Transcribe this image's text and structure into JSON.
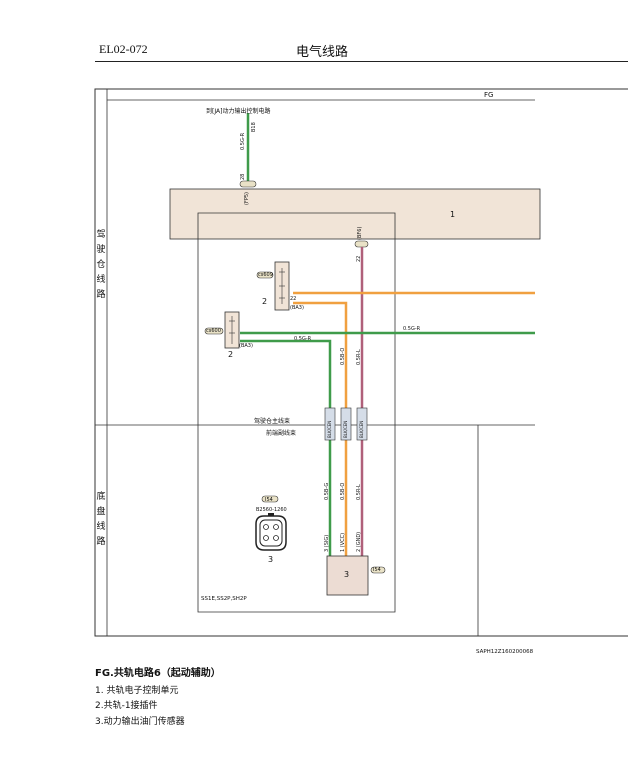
{
  "header": {
    "code": "EL02-072",
    "title": "电气线路"
  },
  "frame": {
    "section_code": "FG",
    "cabin_label": [
      "驾",
      "驶",
      "仓",
      "线",
      "路"
    ],
    "chassis_label": [
      "底",
      "盘",
      "线",
      "路"
    ]
  },
  "diagram": {
    "top_circuit_label": "到[JA]动力输出控制电路",
    "wire_top_green_code": "0.5G-R",
    "wire_top_green_pin": "B18",
    "ecu_top_pin": "28",
    "ecu_top_conn": "(FP5)",
    "ecu_number": "1",
    "ecu_right_pin": "22",
    "ecu_right_conn": "(BF6)",
    "wire_magenta_code": "0.5R-L",
    "conn2a_tag": "cs609",
    "conn2a_number": "2",
    "conn2a_pin_b": "22",
    "conn2a_pin_c": "(BA3)",
    "conn2b_tag": "cs600",
    "conn2b_number": "2",
    "conn2b_pin_c": "(BA3)",
    "wire_green_h_code": "0.5G-R",
    "wire_green_h_right": "0.5G-R",
    "wire_orange_code": "0.5B-O",
    "cabin_harness": "驾驶仓主线束",
    "chassis_harness": "前端副线束",
    "splice_green": "BLK/CEN",
    "splice_orange": "BLK/CEN",
    "splice_magenta": "BLK/CEN",
    "wire_chassis_green": "0.5B-G",
    "wire_chassis_orange": "0.5B-O",
    "wire_chassis_magenta": "0.5R-L",
    "sensor_conn_tag": "I54",
    "sensor_part": "B2560-1260",
    "sensor_number": "3",
    "sensor_box_number": "3",
    "sensor_box_tag": "I54",
    "sensor_pin_green": "3 (SIG)",
    "sensor_pin_orange": "1 (VCC)",
    "sensor_pin_magenta": "2 (GND)",
    "model_codes": "SS1E,SS2P,SH2P",
    "figure_code": "SAPH12Z160200068"
  },
  "caption": {
    "title": "FG.共轨电路6（起动辅助）",
    "items": [
      "1. 共轨电子控制单元",
      "2.共轨-1接插件",
      "3.动力输出油门传感器"
    ]
  },
  "colors": {
    "green": "#3f9b4a",
    "orange": "#f0a040",
    "magenta": "#b0607a",
    "ecu_fill": "#f1e4d7",
    "sensor_fill": "#ecdcd3"
  }
}
